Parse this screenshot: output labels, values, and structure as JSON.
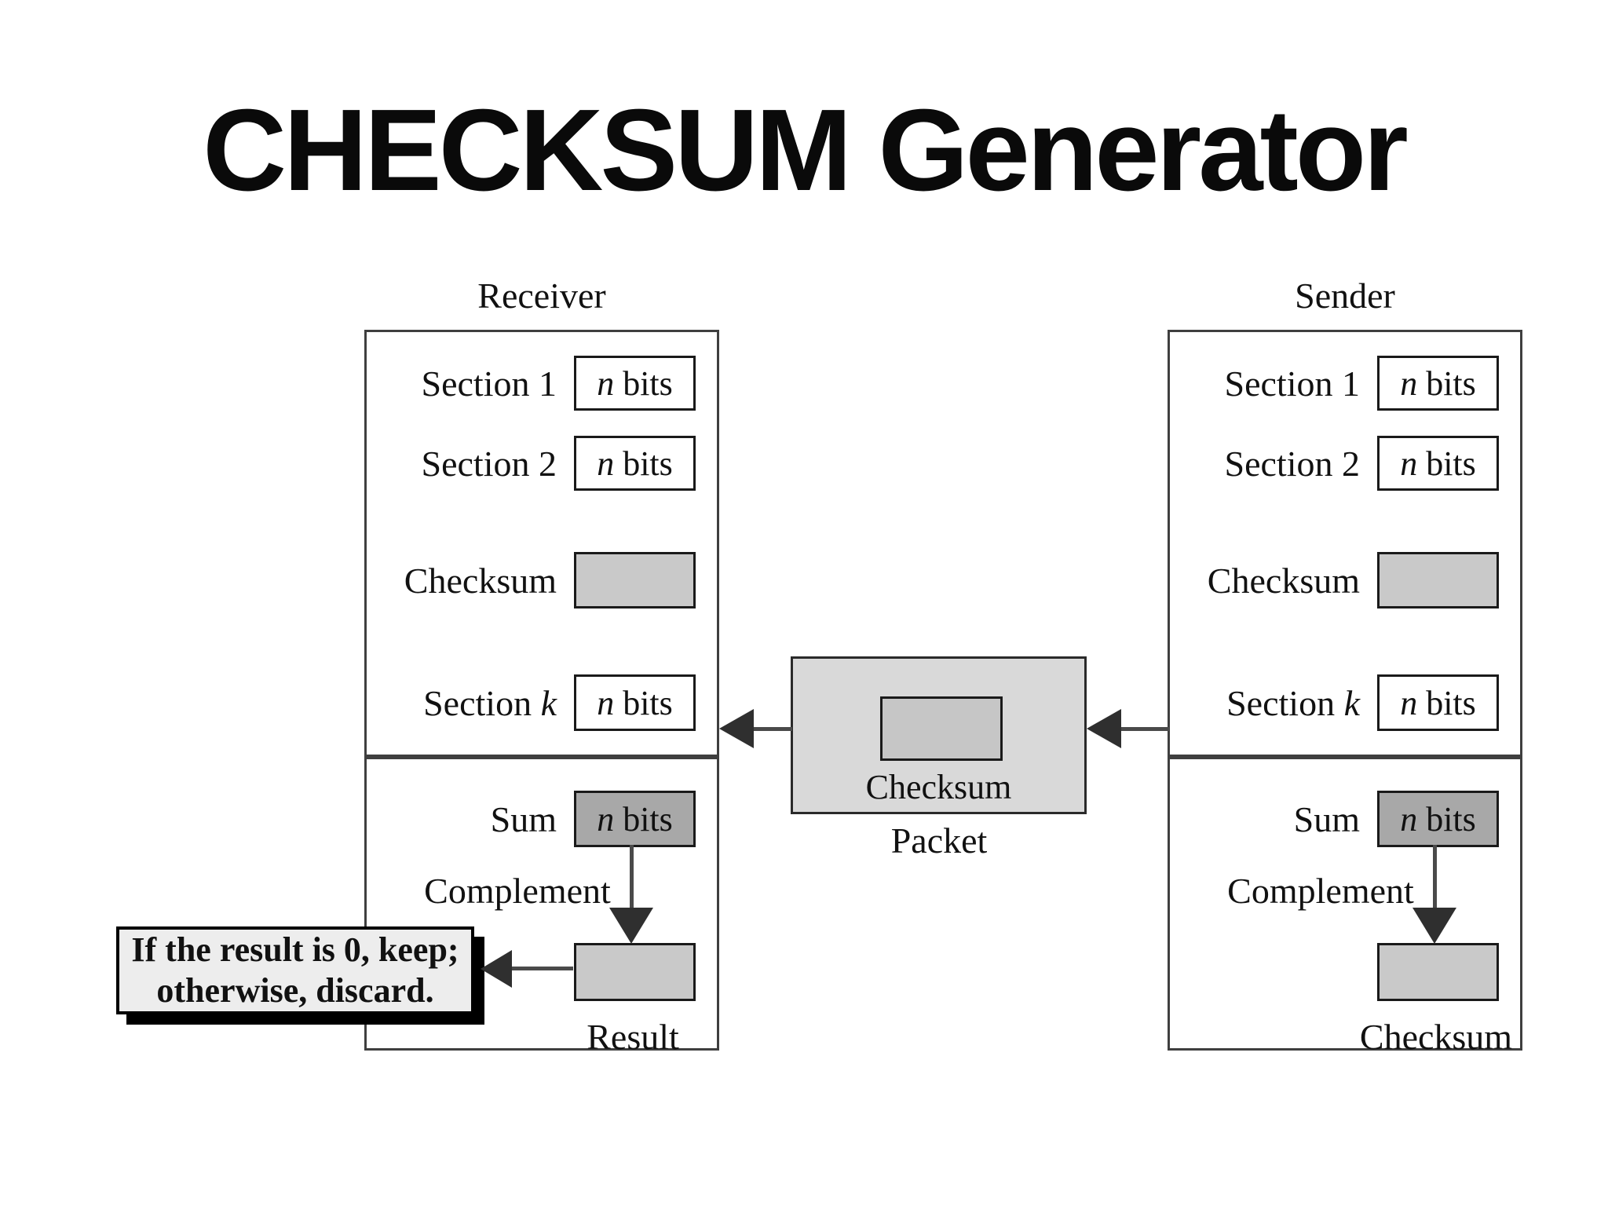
{
  "title": "CHECKSUM Generator",
  "receiver": {
    "label": "Receiver",
    "sections": [
      {
        "label": "Section 1",
        "label_italic": "",
        "value_italic": "n",
        "value_rest": " bits"
      },
      {
        "label": "Section 2",
        "label_italic": "",
        "value_italic": "n",
        "value_rest": " bits"
      },
      {
        "label": "Checksum",
        "label_italic": "",
        "value_italic": "",
        "value_rest": ""
      },
      {
        "label": "Section ",
        "label_italic": "k",
        "value_italic": "n",
        "value_rest": " bits"
      }
    ],
    "sum": {
      "label": "Sum",
      "value_italic": "n",
      "value_rest": " bits"
    },
    "complement_label": "Complement",
    "result_caption": "Result"
  },
  "sender": {
    "label": "Sender",
    "sections": [
      {
        "label": "Section 1",
        "label_italic": "",
        "value_italic": "n",
        "value_rest": " bits"
      },
      {
        "label": "Section 2",
        "label_italic": "",
        "value_italic": "n",
        "value_rest": " bits"
      },
      {
        "label": "Checksum",
        "label_italic": "",
        "value_italic": "",
        "value_rest": ""
      },
      {
        "label": "Section ",
        "label_italic": "k",
        "value_italic": "n",
        "value_rest": " bits"
      }
    ],
    "sum": {
      "label": "Sum",
      "value_italic": "n",
      "value_rest": " bits"
    },
    "complement_label": "Complement",
    "result_caption": "Checksum"
  },
  "packet": {
    "checksum_label": "Checksum",
    "caption": "Packet"
  },
  "note": {
    "line1": "If the result is 0, keep;",
    "line2": "otherwise, discard."
  },
  "colors": {
    "page-bg": "#ffffff",
    "box-border": "#3f3f3f",
    "small-border": "#1a1a1a",
    "gray-fill": "#c9c9c9",
    "dark-fill": "#a8a8a8",
    "packet-fill": "#d9d9d9",
    "packet-inner-fill": "#c6c6c6",
    "note-fill": "#ededed",
    "line-color": "#4a4a4a",
    "arrow-color": "#2f2f2f",
    "text-color": "#111111"
  }
}
